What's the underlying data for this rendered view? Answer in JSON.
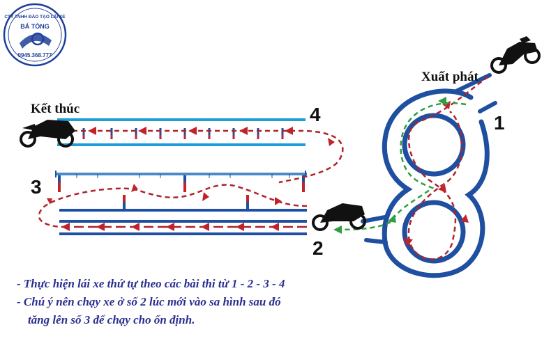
{
  "logo": {
    "company": "CTY TNHH ĐÀO TẠO LÁI XE",
    "brand": "BÁ TÒNG",
    "phone": "0945.368.777"
  },
  "labels": {
    "start": "Xuất phát",
    "finish": "Kết thúc"
  },
  "exercises": [
    "1",
    "2",
    "3",
    "4"
  ],
  "notes": [
    "- Thực hiện lái xe thứ tự theo các bài thi từ 1 - 2 - 3 - 4",
    "- Chú ý nên chạy xe ở số 2 lúc mới vào sa hình sau đó",
    "tăng lên số 3 để chạy cho ổn định."
  ],
  "colors": {
    "track": "#1f4fa0",
    "path_red": "#b0222a",
    "path_green": "#2e9e3e",
    "text_notes": "#2a2f8f"
  }
}
